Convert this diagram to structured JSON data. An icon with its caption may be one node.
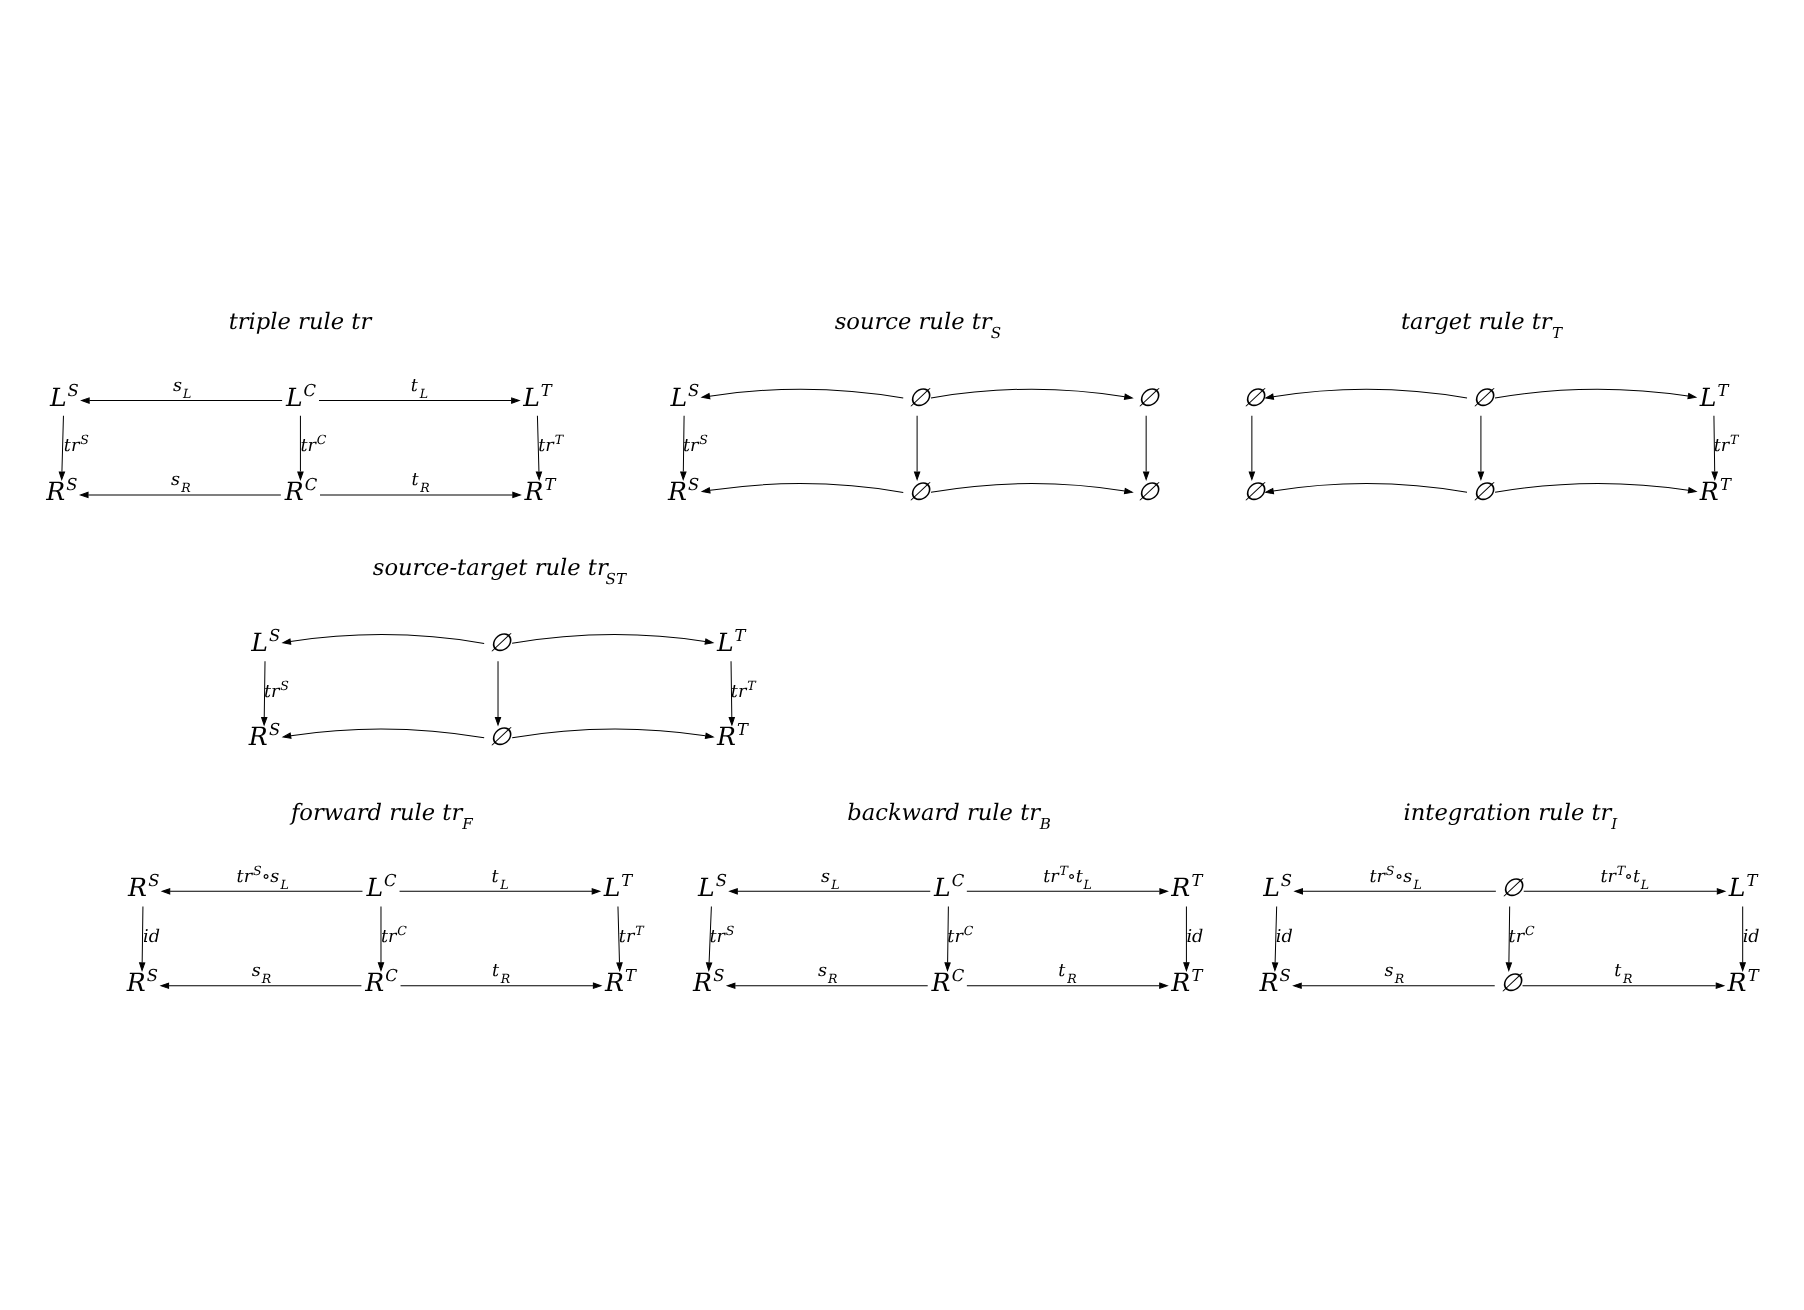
{
  "diagram": {
    "nodes": [
      {
        "text": [
          "L$^{S}$"
        ]
      },
      {
        "text": [
          "L$^{C}$"
        ]
      },
      {
        "text": [
          "L$^{T}$"
        ]
      },
      {
        "text": [
          "R$^{S}$"
        ]
      },
      {
        "text": [
          "R$^{C}$"
        ]
      },
      {
        "text": [
          "R$^{T}$"
        ]
      },
      {
        "text": [
          "L$^{S}$"
        ]
      },
      {
        "text": [
          "∅"
        ]
      },
      {
        "text": [
          "∅"
        ]
      },
      {
        "text": [
          "R$^{S}$"
        ]
      },
      {
        "text": [
          "∅"
        ]
      },
      {
        "text": [
          "∅"
        ]
      },
      {
        "text": [
          "∅"
        ]
      },
      {
        "text": [
          "∅"
        ]
      },
      {
        "text": [
          "L$^{T}$"
        ]
      },
      {
        "text": [
          "∅"
        ]
      },
      {
        "text": [
          "∅"
        ]
      },
      {
        "text": [
          "R$^{T}$"
        ]
      },
      {
        "text": [
          "L$^{S}$"
        ]
      },
      {
        "text": [
          "∅"
        ]
      },
      {
        "text": [
          "L$^{T}$"
        ]
      },
      {
        "text": [
          "R$^{S}$"
        ]
      },
      {
        "text": [
          "∅"
        ]
      },
      {
        "text": [
          "R$^{T}$"
        ]
      },
      {
        "text": [
          "R$^{S}$"
        ]
      },
      {
        "text": [
          "L$^{C}$"
        ]
      },
      {
        "text": [
          "L$^{T}$"
        ]
      },
      {
        "text": [
          "R$^{S}$"
        ]
      },
      {
        "text": [
          "R$^{C}$"
        ]
      },
      {
        "text": [
          "R$^{T}$"
        ]
      },
      {
        "text": [
          "L$^{S}$"
        ]
      },
      {
        "text": [
          "L$^{C}$"
        ]
      },
      {
        "text": [
          "R$^{T}$"
        ]
      },
      {
        "text": [
          "R$^{S}$"
        ]
      },
      {
        "text": [
          "R$^{C}$"
        ]
      },
      {
        "text": [
          "R$^{T}$"
        ]
      },
      {
        "text": [
          "L$^{S}$"
        ]
      },
      {
        "text": [
          "∅"
        ]
      },
      {
        "text": [
          "L$^{T}$"
        ]
      },
      {
        "text": [
          "R$^{S}$"
        ]
      },
      {
        "text": [
          "∅"
        ]
      },
      {
        "text": [
          "R$^{T}$"
        ]
      }
    ],
    "edges": [
      {
        "from": 1,
        "to": 0,
        "arrow": "to",
        "label": "s$_{L}$"
      },
      {
        "from": 1,
        "to": 2,
        "arrow": "to",
        "label": "t$_{L}$"
      },
      {
        "from": 0,
        "to": 3,
        "arrow": "to",
        "label": "tr$^{S}$"
      },
      {
        "from": 1,
        "to": 4,
        "arrow": "to",
        "label": "tr$^{C}$"
      },
      {
        "from": 2,
        "to": 5,
        "arrow": "to",
        "label": "tr$^{T}$"
      },
      {
        "from": 4,
        "to": 3,
        "arrow": "to",
        "label": "s$_{R}$"
      },
      {
        "from": 4,
        "to": 5,
        "arrow": "to",
        "label": "t$_{R}$"
      },
      {
        "from": 7,
        "to": 6,
        "arrow": "to"
      },
      {
        "from": 7,
        "to": 8,
        "arrow": "to"
      },
      {
        "from": 6,
        "to": 9,
        "arrow": "to",
        "label": "tr$^{S}$"
      },
      {
        "from": 7,
        "to": 10,
        "arrow": "to"
      },
      {
        "from": 8,
        "to": 11,
        "arrow": "to"
      },
      {
        "from": 10,
        "to": 9,
        "arrow": "to"
      },
      {
        "from": 10,
        "to": 11,
        "arrow": "to"
      },
      {
        "from": 13,
        "to": 12,
        "arrow": "to"
      },
      {
        "from": 13,
        "to": 14,
        "arrow": "to"
      },
      {
        "from": 12,
        "to": 15,
        "arrow": "to"
      },
      {
        "from": 13,
        "to": 16,
        "arrow": "to"
      },
      {
        "from": 14,
        "to": 17,
        "arrow": "to",
        "label": "tr$^{T}$"
      },
      {
        "from": 16,
        "to": 15,
        "arrow": "to"
      },
      {
        "from": 16,
        "to": 17,
        "arrow": "to"
      },
      {
        "from": 19,
        "to": 18,
        "arrow": "to"
      },
      {
        "from": 19,
        "to": 20,
        "arrow": "to"
      },
      {
        "from": 18,
        "to": 21,
        "arrow": "to",
        "label": "tr$^{S}$"
      },
      {
        "from": 19,
        "to": 22,
        "arrow": "to"
      },
      {
        "from": 20,
        "to": 23,
        "arrow": "to",
        "label": "tr$^{T}$"
      },
      {
        "from": 22,
        "to": 21,
        "arrow": "to"
      },
      {
        "from": 22,
        "to": 23,
        "arrow": "to"
      },
      {
        "from": 25,
        "to": 24,
        "arrow": "to",
        "label": "tr$^{S}$∘s$_{L}$"
      },
      {
        "from": 25,
        "to": 26,
        "arrow": "to",
        "label": "t$_{L}$"
      },
      {
        "from": 24,
        "to": 27,
        "arrow": "to",
        "label": "id"
      },
      {
        "from": 25,
        "to": 28,
        "arrow": "to",
        "label": "tr$^{C}$"
      },
      {
        "from": 26,
        "to": 29,
        "arrow": "to",
        "label": "tr$^{T}$"
      },
      {
        "from": 28,
        "to": 27,
        "arrow": "to",
        "label": "s$_{R}$"
      },
      {
        "from": 28,
        "to": 29,
        "arrow": "to",
        "label": "t$_{R}$"
      },
      {
        "from": 31,
        "to": 30,
        "arrow": "to",
        "label": "s$_{L}$"
      },
      {
        "from": 31,
        "to": 32,
        "arrow": "to",
        "label": "tr$^{T}$∘t$_{L}$"
      },
      {
        "from": 30,
        "to": 33,
        "arrow": "to",
        "label": "tr$^{S}$"
      },
      {
        "from": 31,
        "to": 34,
        "arrow": "to",
        "label": "tr$^{C}$"
      },
      {
        "from": 32,
        "to": 35,
        "arrow": "to",
        "label": "id"
      },
      {
        "from": 34,
        "to": 33,
        "arrow": "to",
        "label": "s$_{R}$"
      },
      {
        "from": 34,
        "to": 35,
        "arrow": "to",
        "label": "t$_{R}$"
      },
      {
        "from": 37,
        "to": 36,
        "arrow": "to",
        "label": "tr$^{S}$∘s$_{L}$"
      },
      {
        "from": 37,
        "to": 38,
        "arrow": "to",
        "label": "tr$^{T}$∘t$_{L}$"
      },
      {
        "from": 36,
        "to": 39,
        "arrow": "to",
        "label": "id"
      },
      {
        "from": 37,
        "to": 40,
        "arrow": "to",
        "label": "tr$^{C}$"
      },
      {
        "from": 38,
        "to": 41,
        "arrow": "to",
        "label": "id"
      },
      {
        "from": 40,
        "to": 39,
        "arrow": "to",
        "label": "s$_{R}$"
      },
      {
        "from": 40,
        "to": 41,
        "arrow": "to",
        "label": "t$_{R}$"
      }
    ],
    "labels": [
      "triple rule tr",
      "source rule tr$_{S}$",
      "target rule tr$_{T}$",
      "source-target rule tr$_{ST}$",
      "forward rule tr$_{F}$",
      "backward rule tr$_{B}$",
      "integration rule tr$_{I}$"
    ]
  }
}
